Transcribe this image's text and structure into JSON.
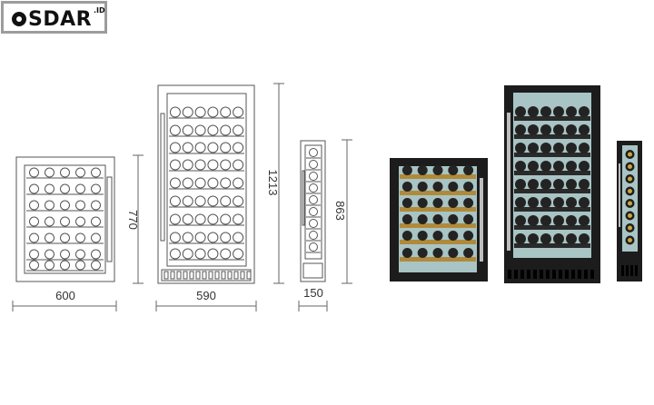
{
  "brand": {
    "name": "SDAR",
    "suffix": ".ID"
  },
  "dimensions": {
    "small_width": "600",
    "small_height": "770",
    "tall_width": "590",
    "tall_height": "1213",
    "slim_width": "150",
    "slim_height": "863"
  },
  "colors": {
    "line": "#555555",
    "cabinet_dark": "#1c1c1c",
    "glass": "#a9c4c4",
    "wood_shelf": "#b08a3a",
    "bottle_neck_gold": "#c9a640"
  },
  "icons": {
    "logo_mark": "circle-logo-icon"
  }
}
